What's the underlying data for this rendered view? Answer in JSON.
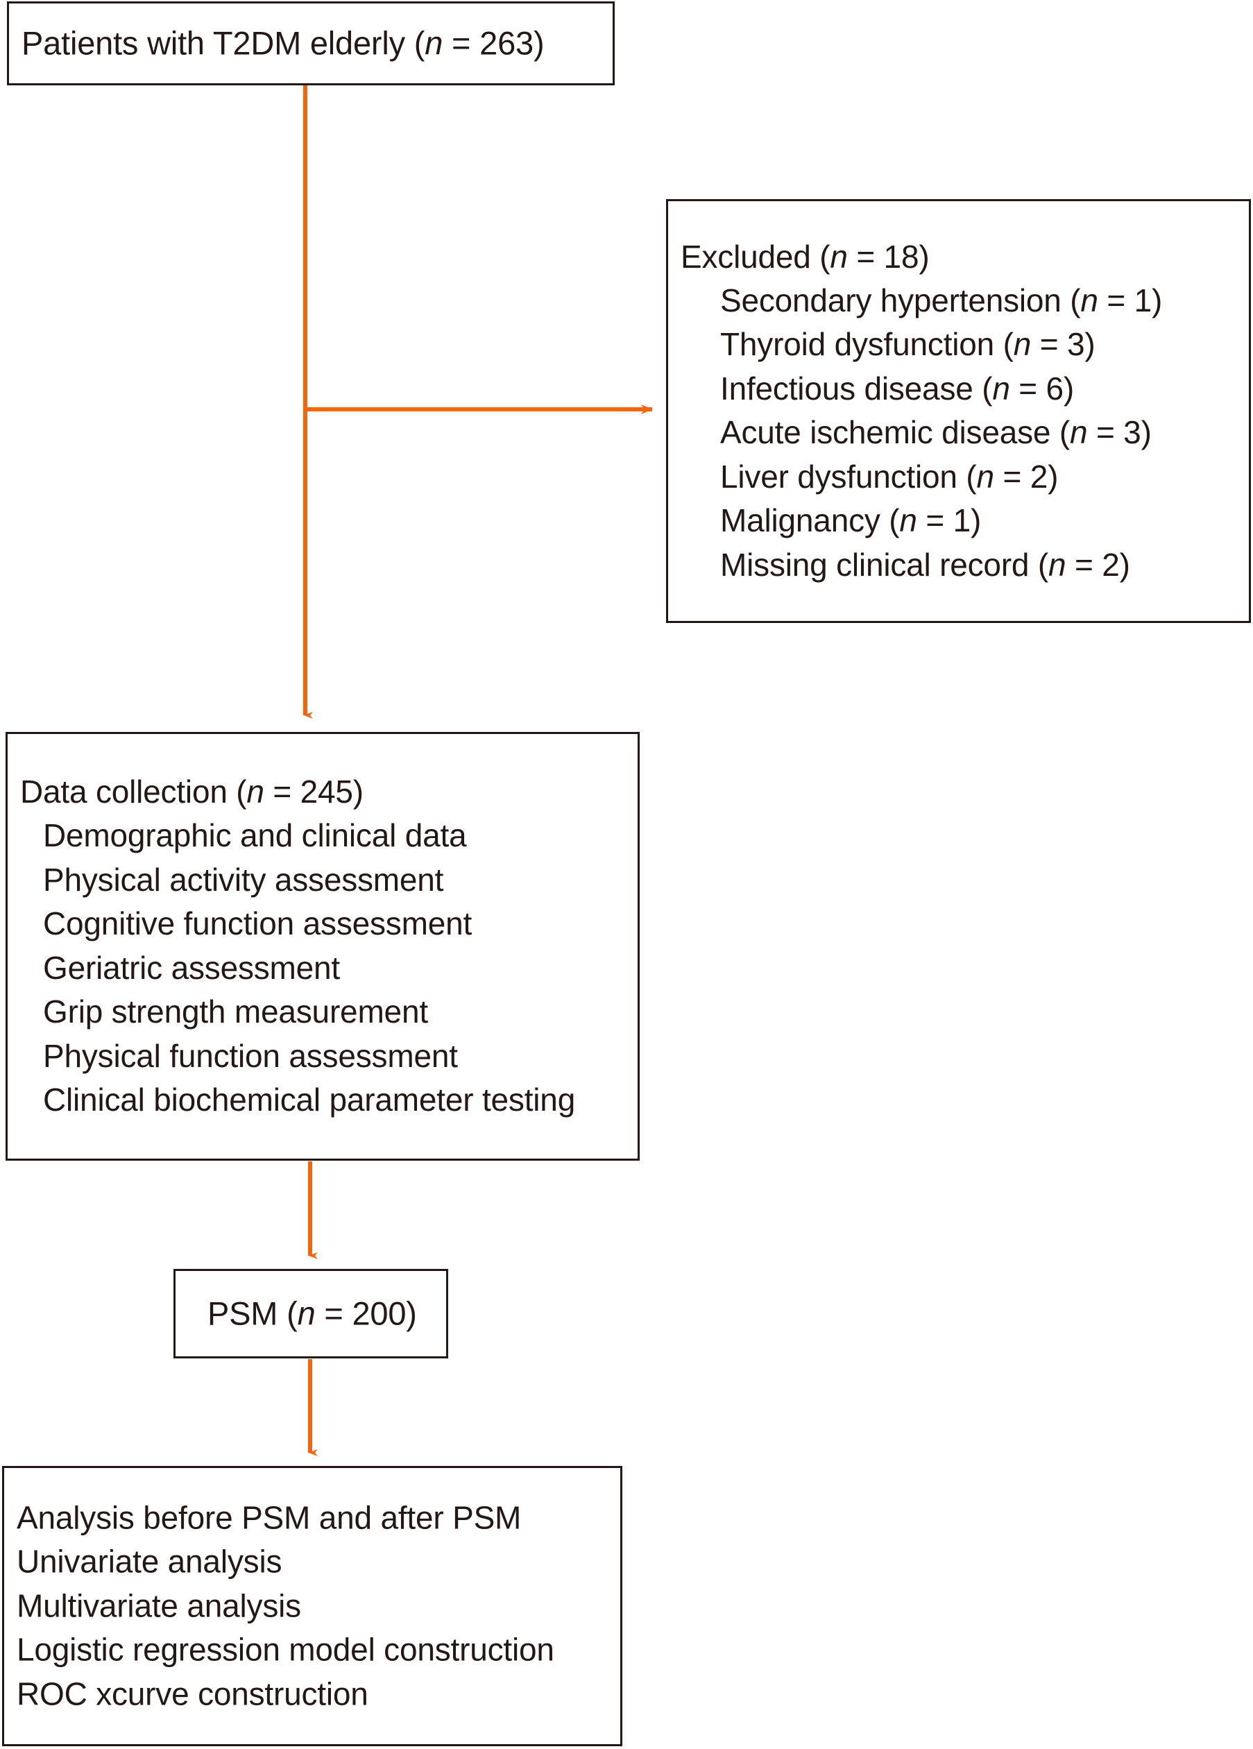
{
  "figure": {
    "type": "flowchart",
    "title": "Study participant flow diagram",
    "accent_color": "#F4650C",
    "box_border_color": "#231815",
    "text_color": "#231815",
    "background_color": "#FFFFFF"
  },
  "boxes": {
    "source": {
      "name": "source-population-box",
      "lines": [
        {
          "text": "Patients with T2DM elderly (n = 263)",
          "indent": "none"
        }
      ]
    },
    "excluded": {
      "name": "excluded-box",
      "lines": [
        {
          "text": "Excluded (n = 18)",
          "indent": "none"
        },
        {
          "text": "Secondary hypertension (n = 1)",
          "indent": "large"
        },
        {
          "text": "Thyroid dysfunction (n = 3)",
          "indent": "large"
        },
        {
          "text": "Infectious disease (n = 6)",
          "indent": "large"
        },
        {
          "text": "Acute ischemic disease (n = 3)",
          "indent": "large"
        },
        {
          "text": "Liver dysfunction (n = 2)",
          "indent": "large"
        },
        {
          "text": "Malignancy (n = 1)",
          "indent": "large"
        },
        {
          "text": "Missing clinical record (n = 2)",
          "indent": "large"
        }
      ]
    },
    "data_collection": {
      "name": "data-collection-box",
      "lines": [
        {
          "text": "Data collection (n = 245)",
          "indent": "none"
        },
        {
          "text": "Demographic and clinical data",
          "indent": "small"
        },
        {
          "text": "Physical activity assessment",
          "indent": "small"
        },
        {
          "text": "Cognitive function assessment",
          "indent": "small"
        },
        {
          "text": "Geriatric assessment",
          "indent": "small"
        },
        {
          "text": "Grip strength measurement",
          "indent": "small"
        },
        {
          "text": "Physical function assessment",
          "indent": "small"
        },
        {
          "text": "Clinical biochemical parameter testing",
          "indent": "small"
        }
      ]
    },
    "psm": {
      "name": "psm-box",
      "lines": [
        {
          "text": "PSM (n = 200)",
          "indent": "none"
        }
      ]
    },
    "analysis": {
      "name": "analysis-box",
      "lines": [
        {
          "text": "Analysis before PSM and after PSM",
          "indent": "none"
        },
        {
          "text": "Univariate analysis",
          "indent": "none"
        },
        {
          "text": "Multivariate analysis",
          "indent": "none"
        },
        {
          "text": "Logistic regression model construction",
          "indent": "none"
        },
        {
          "text": "ROC xcurve construction",
          "indent": "none"
        }
      ]
    }
  },
  "connectors": [
    {
      "name": "arrow-source-to-data",
      "from": "source",
      "to": "data_collection",
      "direction": "down"
    },
    {
      "name": "arrow-source-to-excluded",
      "from": "source",
      "to": "excluded",
      "direction": "right"
    },
    {
      "name": "arrow-data-to-psm",
      "from": "data_collection",
      "to": "psm",
      "direction": "down"
    },
    {
      "name": "arrow-psm-to-analysis",
      "from": "psm",
      "to": "analysis",
      "direction": "down"
    }
  ],
  "counts": {
    "screened": 263,
    "excluded_total": 18,
    "excluded_breakdown": [
      {
        "reason": "Secondary hypertension",
        "n": 1
      },
      {
        "reason": "Thyroid dysfunction",
        "n": 3
      },
      {
        "reason": "Infectious disease",
        "n": 6
      },
      {
        "reason": "Acute ischemic disease",
        "n": 3
      },
      {
        "reason": "Liver dysfunction",
        "n": 2
      },
      {
        "reason": "Malignancy",
        "n": 1
      },
      {
        "reason": "Missing clinical record",
        "n": 2
      }
    ],
    "data_collection": 245,
    "after_psm": 200
  }
}
